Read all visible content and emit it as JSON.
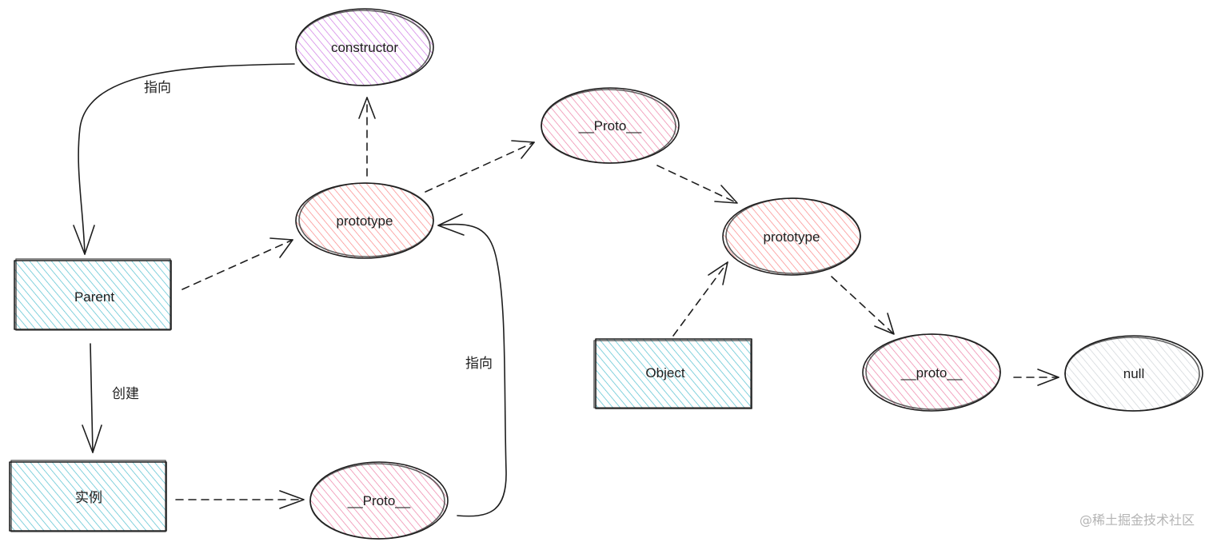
{
  "nodes": {
    "constructor": {
      "label": "constructor",
      "shape": "ellipse",
      "color": "#be4bdb"
    },
    "prototype_parent": {
      "label": "prototype",
      "shape": "ellipse",
      "color": "#fa5252"
    },
    "proto_top": {
      "label": "__Proto__",
      "shape": "ellipse",
      "color": "#e64980"
    },
    "prototype_object": {
      "label": "prototype",
      "shape": "ellipse",
      "color": "#fa5252"
    },
    "parent": {
      "label": "Parent",
      "shape": "rect",
      "color": "#15aabf"
    },
    "instance": {
      "label": "实例",
      "shape": "rect",
      "color": "#15aabf"
    },
    "proto_instance": {
      "label": "__Proto__",
      "shape": "ellipse",
      "color": "#e64980"
    },
    "object": {
      "label": "Object",
      "shape": "rect",
      "color": "#15aabf"
    },
    "proto_object": {
      "label": "__proto__",
      "shape": "ellipse",
      "color": "#e64980"
    },
    "null": {
      "label": "null",
      "shape": "ellipse",
      "color": "#adb5bd"
    }
  },
  "edges": {
    "constructor_to_parent": {
      "label": "指向",
      "style": "solid"
    },
    "parent_to_instance": {
      "label": "创建",
      "style": "solid"
    },
    "proto_instance_to_prototype": {
      "label": "指向",
      "style": "solid"
    },
    "parent_to_prototype": {
      "label": "",
      "style": "dashed"
    },
    "prototype_to_constructor": {
      "label": "",
      "style": "dashed"
    },
    "prototype_to_proto_top": {
      "label": "",
      "style": "dashed"
    },
    "proto_top_to_prototype_object": {
      "label": "",
      "style": "dashed"
    },
    "object_to_prototype_object": {
      "label": "",
      "style": "dashed"
    },
    "prototype_object_to_proto_object": {
      "label": "",
      "style": "dashed"
    },
    "instance_to_proto_instance": {
      "label": "",
      "style": "dashed"
    },
    "proto_object_to_null": {
      "label": "",
      "style": "dashed"
    }
  },
  "watermark": "@稀土掘金技术社区"
}
